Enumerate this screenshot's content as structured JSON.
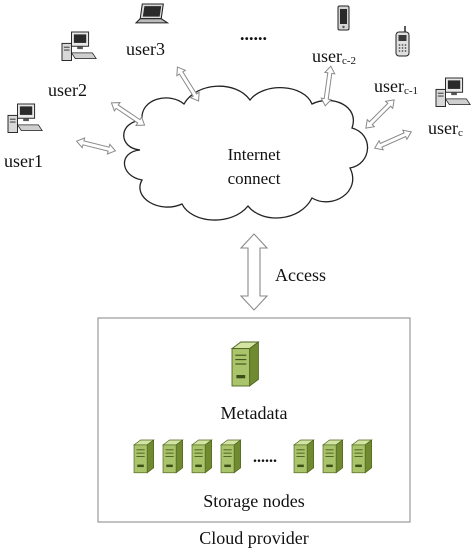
{
  "users": [
    {
      "id": "user1",
      "base": "user",
      "sub": "1",
      "device": "desktop-computer-icon"
    },
    {
      "id": "user2",
      "base": "user",
      "sub": "2",
      "device": "desktop-computer-icon"
    },
    {
      "id": "user3",
      "base": "user",
      "sub": "3",
      "device": "laptop-icon"
    },
    {
      "id": "user_c-2",
      "base": "user",
      "sub": "c-2",
      "device": "smartphone-icon"
    },
    {
      "id": "user_c-1",
      "base": "user",
      "sub": "c-1",
      "device": "cellphone-icon"
    },
    {
      "id": "user_c",
      "base": "user",
      "sub": "c",
      "device": "desktop-computer-icon"
    }
  ],
  "ellipsis": "......",
  "cloud_label": {
    "line1": "Internet",
    "line2": "connect"
  },
  "access_label": "Access",
  "metadata_label": "Metadata",
  "storage_ellipsis": "......",
  "storage_label": "Storage nodes",
  "provider_label": "Cloud provider",
  "colors": {
    "server_face": "#a9c46a",
    "server_side": "#6f8a2f",
    "server_top": "#d3e4a3",
    "arrow_fill": "#ffffff",
    "arrow_stroke": "#8a8a8a",
    "box_stroke": "#9a9a9a"
  }
}
